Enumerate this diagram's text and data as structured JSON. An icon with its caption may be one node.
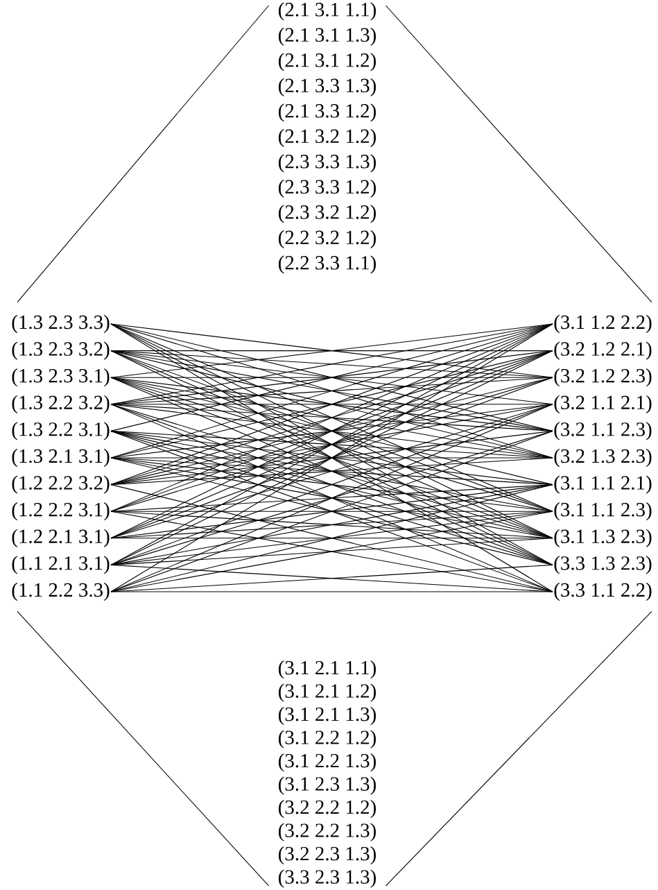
{
  "diagram": {
    "nodes": [
      {
        "text": [
          "(1.3 2.3 3.3)"
        ]
      },
      {
        "text": [
          "(1.3 2.3 3.2)"
        ]
      },
      {
        "text": [
          "(1.3 2.3 3.1)"
        ]
      },
      {
        "text": [
          "(1.3 2.2 3.2)"
        ]
      },
      {
        "text": [
          "(1.3 2.2 3.1)"
        ]
      },
      {
        "text": [
          "(1.3 2.1 3.1)"
        ]
      },
      {
        "text": [
          "(1.2 2.2 3.2)"
        ]
      },
      {
        "text": [
          "(1.2 2.2 3.1)"
        ]
      },
      {
        "text": [
          "(1.2 2.1 3.1)"
        ]
      },
      {
        "text": [
          "(1.1 2.1 3.1)"
        ]
      },
      {
        "text": [
          "(1.1 2.2 3.3)"
        ]
      },
      {
        "text": [
          "(3.1 1.2 2.2)"
        ]
      },
      {
        "text": [
          "(3.2 1.2 2.1)"
        ]
      },
      {
        "text": [
          "(3.2 1.2 2.3)"
        ]
      },
      {
        "text": [
          "(3.2 1.1 2.1)"
        ]
      },
      {
        "text": [
          "(3.2 1.1 2.3)"
        ]
      },
      {
        "text": [
          "(3.2 1.3 2.3)"
        ]
      },
      {
        "text": [
          "(3.1 1.1 2.1)"
        ]
      },
      {
        "text": [
          "(3.1 1.1 2.3)"
        ]
      },
      {
        "text": [
          "(3.1 1.3 2.3)"
        ]
      },
      {
        "text": [
          "(3.3 1.3 2.3)"
        ]
      },
      {
        "text": [
          "(3.3 1.1 2.2)"
        ]
      },
      {
        "text": [
          "(2.1 3.1 1.1)",
          "(2.1 3.1 1.3)",
          "(2.1 3.1 1.2)",
          "(2.1 3.3 1.3)",
          "(2.1 3.3 1.2)",
          "(2.1 3.2 1.2)",
          "(2.3 3.3 1.3)",
          "(2.3 3.3 1.2)",
          "(2.3 3.2 1.2)",
          "(2.2 3.2 1.2)",
          "(2.2 3.3 1.1)"
        ]
      },
      {
        "text": [
          "(3.1 2.1 1.1)",
          "(3.1 2.1 1.2)",
          "(3.1 2.1 1.3)",
          "(3.1 2.2 1.2)",
          "(3.1 2.2 1.3)",
          "(3.1 2.3 1.3)",
          "(3.2 2.2 1.2)",
          "(3.2 2.2 1.3)",
          "(3.2 2.3 1.3)",
          "(3.3 2.3 1.3)"
        ]
      }
    ],
    "edges": [
      {
        "from": 0,
        "to": 13,
        "arrow": "none"
      },
      {
        "from": 0,
        "to": 15,
        "arrow": "none"
      },
      {
        "from": 0,
        "to": 16,
        "arrow": "none"
      },
      {
        "from": 0,
        "to": 18,
        "arrow": "none"
      },
      {
        "from": 0,
        "to": 19,
        "arrow": "none"
      },
      {
        "from": 0,
        "to": 20,
        "arrow": "none"
      },
      {
        "from": 0,
        "to": 21,
        "arrow": "none"
      },
      {
        "from": 1,
        "to": 12,
        "arrow": "none"
      },
      {
        "from": 1,
        "to": 13,
        "arrow": "none"
      },
      {
        "from": 1,
        "to": 14,
        "arrow": "none"
      },
      {
        "from": 1,
        "to": 15,
        "arrow": "none"
      },
      {
        "from": 1,
        "to": 16,
        "arrow": "none"
      },
      {
        "from": 1,
        "to": 18,
        "arrow": "none"
      },
      {
        "from": 1,
        "to": 19,
        "arrow": "none"
      },
      {
        "from": 1,
        "to": 20,
        "arrow": "none"
      },
      {
        "from": 2,
        "to": 11,
        "arrow": "none"
      },
      {
        "from": 2,
        "to": 13,
        "arrow": "none"
      },
      {
        "from": 2,
        "to": 15,
        "arrow": "none"
      },
      {
        "from": 2,
        "to": 16,
        "arrow": "none"
      },
      {
        "from": 2,
        "to": 17,
        "arrow": "none"
      },
      {
        "from": 2,
        "to": 18,
        "arrow": "none"
      },
      {
        "from": 2,
        "to": 19,
        "arrow": "none"
      },
      {
        "from": 2,
        "to": 20,
        "arrow": "none"
      },
      {
        "from": 3,
        "to": 11,
        "arrow": "none"
      },
      {
        "from": 3,
        "to": 12,
        "arrow": "none"
      },
      {
        "from": 3,
        "to": 13,
        "arrow": "none"
      },
      {
        "from": 3,
        "to": 14,
        "arrow": "none"
      },
      {
        "from": 3,
        "to": 15,
        "arrow": "none"
      },
      {
        "from": 3,
        "to": 16,
        "arrow": "none"
      },
      {
        "from": 3,
        "to": 19,
        "arrow": "none"
      },
      {
        "from": 3,
        "to": 20,
        "arrow": "none"
      },
      {
        "from": 3,
        "to": 21,
        "arrow": "none"
      },
      {
        "from": 4,
        "to": 11,
        "arrow": "none"
      },
      {
        "from": 4,
        "to": 16,
        "arrow": "none"
      },
      {
        "from": 4,
        "to": 17,
        "arrow": "none"
      },
      {
        "from": 4,
        "to": 18,
        "arrow": "none"
      },
      {
        "from": 4,
        "to": 19,
        "arrow": "none"
      },
      {
        "from": 4,
        "to": 20,
        "arrow": "none"
      },
      {
        "from": 4,
        "to": 21,
        "arrow": "none"
      },
      {
        "from": 5,
        "to": 11,
        "arrow": "none"
      },
      {
        "from": 5,
        "to": 12,
        "arrow": "none"
      },
      {
        "from": 5,
        "to": 14,
        "arrow": "none"
      },
      {
        "from": 5,
        "to": 16,
        "arrow": "none"
      },
      {
        "from": 5,
        "to": 17,
        "arrow": "none"
      },
      {
        "from": 5,
        "to": 18,
        "arrow": "none"
      },
      {
        "from": 5,
        "to": 19,
        "arrow": "none"
      },
      {
        "from": 5,
        "to": 20,
        "arrow": "none"
      },
      {
        "from": 6,
        "to": 11,
        "arrow": "none"
      },
      {
        "from": 6,
        "to": 12,
        "arrow": "none"
      },
      {
        "from": 6,
        "to": 13,
        "arrow": "none"
      },
      {
        "from": 6,
        "to": 14,
        "arrow": "none"
      },
      {
        "from": 6,
        "to": 15,
        "arrow": "none"
      },
      {
        "from": 6,
        "to": 16,
        "arrow": "none"
      },
      {
        "from": 6,
        "to": 21,
        "arrow": "none"
      },
      {
        "from": 7,
        "to": 11,
        "arrow": "none"
      },
      {
        "from": 7,
        "to": 12,
        "arrow": "none"
      },
      {
        "from": 7,
        "to": 13,
        "arrow": "none"
      },
      {
        "from": 7,
        "to": 17,
        "arrow": "none"
      },
      {
        "from": 7,
        "to": 18,
        "arrow": "none"
      },
      {
        "from": 7,
        "to": 19,
        "arrow": "none"
      },
      {
        "from": 7,
        "to": 21,
        "arrow": "none"
      },
      {
        "from": 8,
        "to": 11,
        "arrow": "none"
      },
      {
        "from": 8,
        "to": 12,
        "arrow": "none"
      },
      {
        "from": 8,
        "to": 13,
        "arrow": "none"
      },
      {
        "from": 8,
        "to": 14,
        "arrow": "none"
      },
      {
        "from": 8,
        "to": 17,
        "arrow": "none"
      },
      {
        "from": 8,
        "to": 18,
        "arrow": "none"
      },
      {
        "from": 8,
        "to": 19,
        "arrow": "none"
      },
      {
        "from": 9,
        "to": 11,
        "arrow": "none"
      },
      {
        "from": 9,
        "to": 12,
        "arrow": "none"
      },
      {
        "from": 9,
        "to": 14,
        "arrow": "none"
      },
      {
        "from": 9,
        "to": 15,
        "arrow": "none"
      },
      {
        "from": 9,
        "to": 17,
        "arrow": "none"
      },
      {
        "from": 9,
        "to": 18,
        "arrow": "none"
      },
      {
        "from": 9,
        "to": 19,
        "arrow": "none"
      },
      {
        "from": 9,
        "to": 21,
        "arrow": "none"
      },
      {
        "from": 10,
        "to": 11,
        "arrow": "none"
      },
      {
        "from": 10,
        "to": 14,
        "arrow": "none"
      },
      {
        "from": 10,
        "to": 15,
        "arrow": "none"
      },
      {
        "from": 10,
        "to": 17,
        "arrow": "none"
      },
      {
        "from": 10,
        "to": 18,
        "arrow": "none"
      },
      {
        "from": 10,
        "to": 20,
        "arrow": "none"
      },
      {
        "from": 10,
        "to": 21,
        "arrow": "none"
      },
      {
        "from": 0,
        "to": 22,
        "arrow": "none"
      },
      {
        "from": 11,
        "to": 22,
        "arrow": "none"
      },
      {
        "from": 10,
        "to": 23,
        "arrow": "none"
      },
      {
        "from": 21,
        "to": 23,
        "arrow": "none"
      }
    ]
  }
}
